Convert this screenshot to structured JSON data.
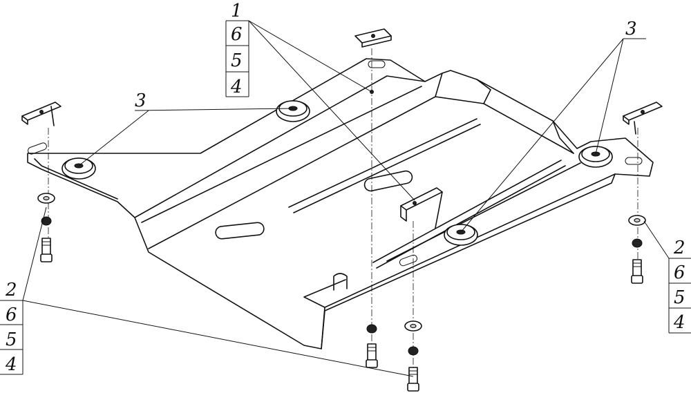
{
  "callouts": {
    "top_left": {
      "part": "1",
      "fasteners": [
        "6",
        "5",
        "4"
      ]
    },
    "left_bracket_label": "3",
    "right_bracket_label": "3",
    "bottom_left": {
      "part": "2",
      "fasteners": [
        "6",
        "5",
        "4"
      ]
    },
    "right": {
      "part": "2",
      "fasteners": [
        "6",
        "5",
        "4"
      ]
    }
  }
}
